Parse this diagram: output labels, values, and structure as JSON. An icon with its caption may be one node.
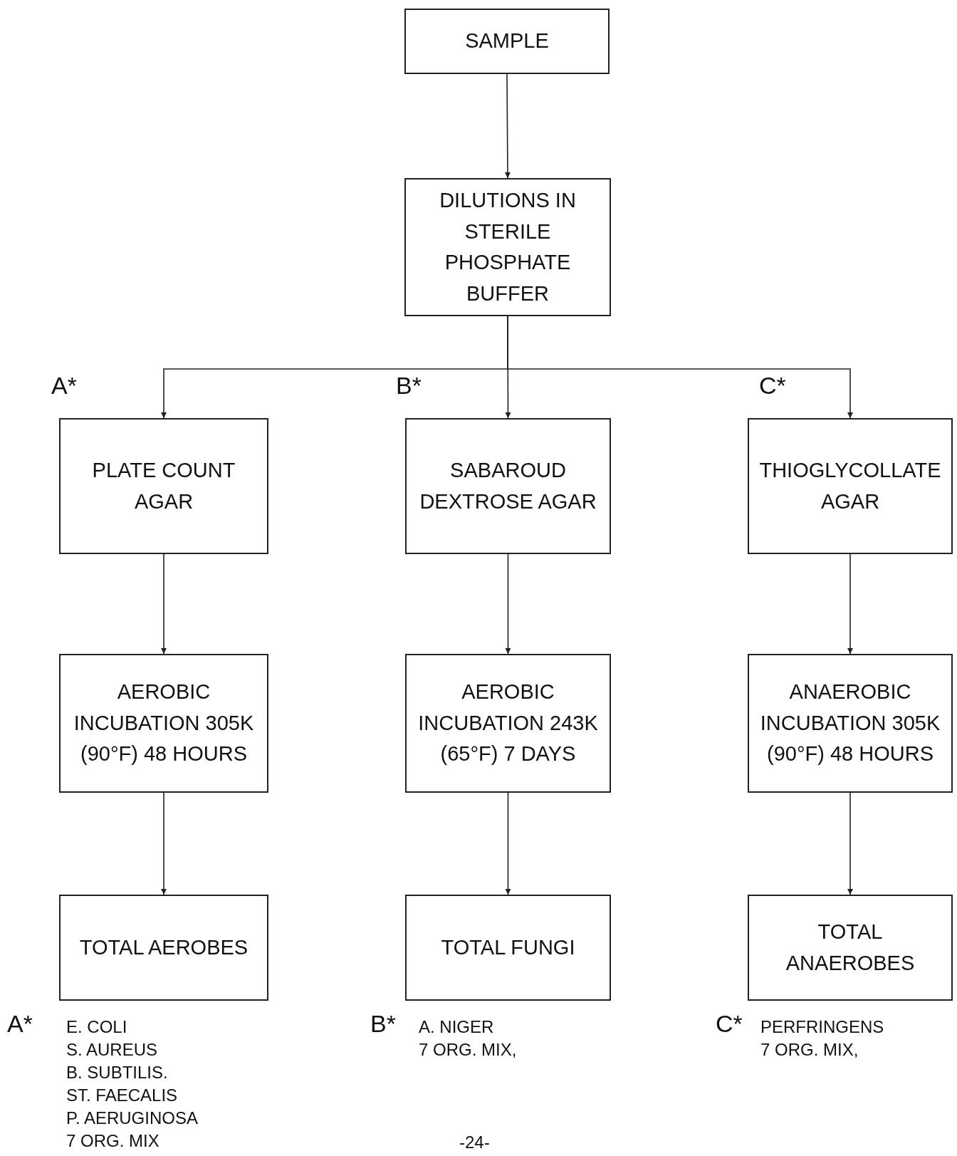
{
  "diagram": {
    "nodes": [
      {
        "text": [
          "SAMPLE"
        ]
      },
      {
        "text": [
          "DILUTIONS IN STERILE PHOSPHATE BUFFER"
        ]
      },
      {
        "text": [
          "PLATE COUNT AGAR"
        ],
        "beside": [
          "A*"
        ]
      },
      {
        "text": [
          "SABAROUD DEXTROSE AGAR"
        ],
        "beside": [
          "B*"
        ]
      },
      {
        "text": [
          "THIOGLYCOLLATE AGAR"
        ],
        "beside": [
          "C*"
        ]
      },
      {
        "text": [
          "AEROBIC INCUBATION 305K (90°F) 48 HOURS"
        ]
      },
      {
        "text": [
          "AEROBIC INCUBATION 243K (65°F) 7 DAYS"
        ]
      },
      {
        "text": [
          "ANAEROBIC INCUBATION 305K (90°F) 48 HOURS"
        ]
      },
      {
        "text": [
          "TOTAL AEROBES"
        ]
      },
      {
        "text": [
          "TOTAL FUNGI"
        ]
      },
      {
        "text": [
          "TOTAL ANAEROBES"
        ]
      }
    ],
    "edges": [
      {
        "from": 0,
        "to": 1,
        "arrow": "to"
      },
      {
        "from": 1,
        "to": 2,
        "arrow": "to"
      },
      {
        "from": 1,
        "to": 3,
        "arrow": "to"
      },
      {
        "from": 1,
        "to": 4,
        "arrow": "to"
      },
      {
        "from": 2,
        "to": 5,
        "arrow": "to"
      },
      {
        "from": 3,
        "to": 6,
        "arrow": "to"
      },
      {
        "from": 4,
        "to": 7,
        "arrow": "to"
      },
      {
        "from": 5,
        "to": 8,
        "arrow": "to"
      },
      {
        "from": 6,
        "to": 9,
        "arrow": "to"
      },
      {
        "from": 7,
        "to": 10,
        "arrow": "to"
      }
    ],
    "labels": [
      "A*",
      "E. COLI",
      "S. AUREUS",
      "B. SUBTILIS.",
      "ST. FAECALIS",
      "P. AERUGINOSA",
      "7 ORG. MIX",
      "B*",
      "A. NIGER",
      "7 ORG. MIX,",
      "C*",
      "PERFRINGENS",
      "7 ORG. MIX,",
      "-24-"
    ]
  }
}
